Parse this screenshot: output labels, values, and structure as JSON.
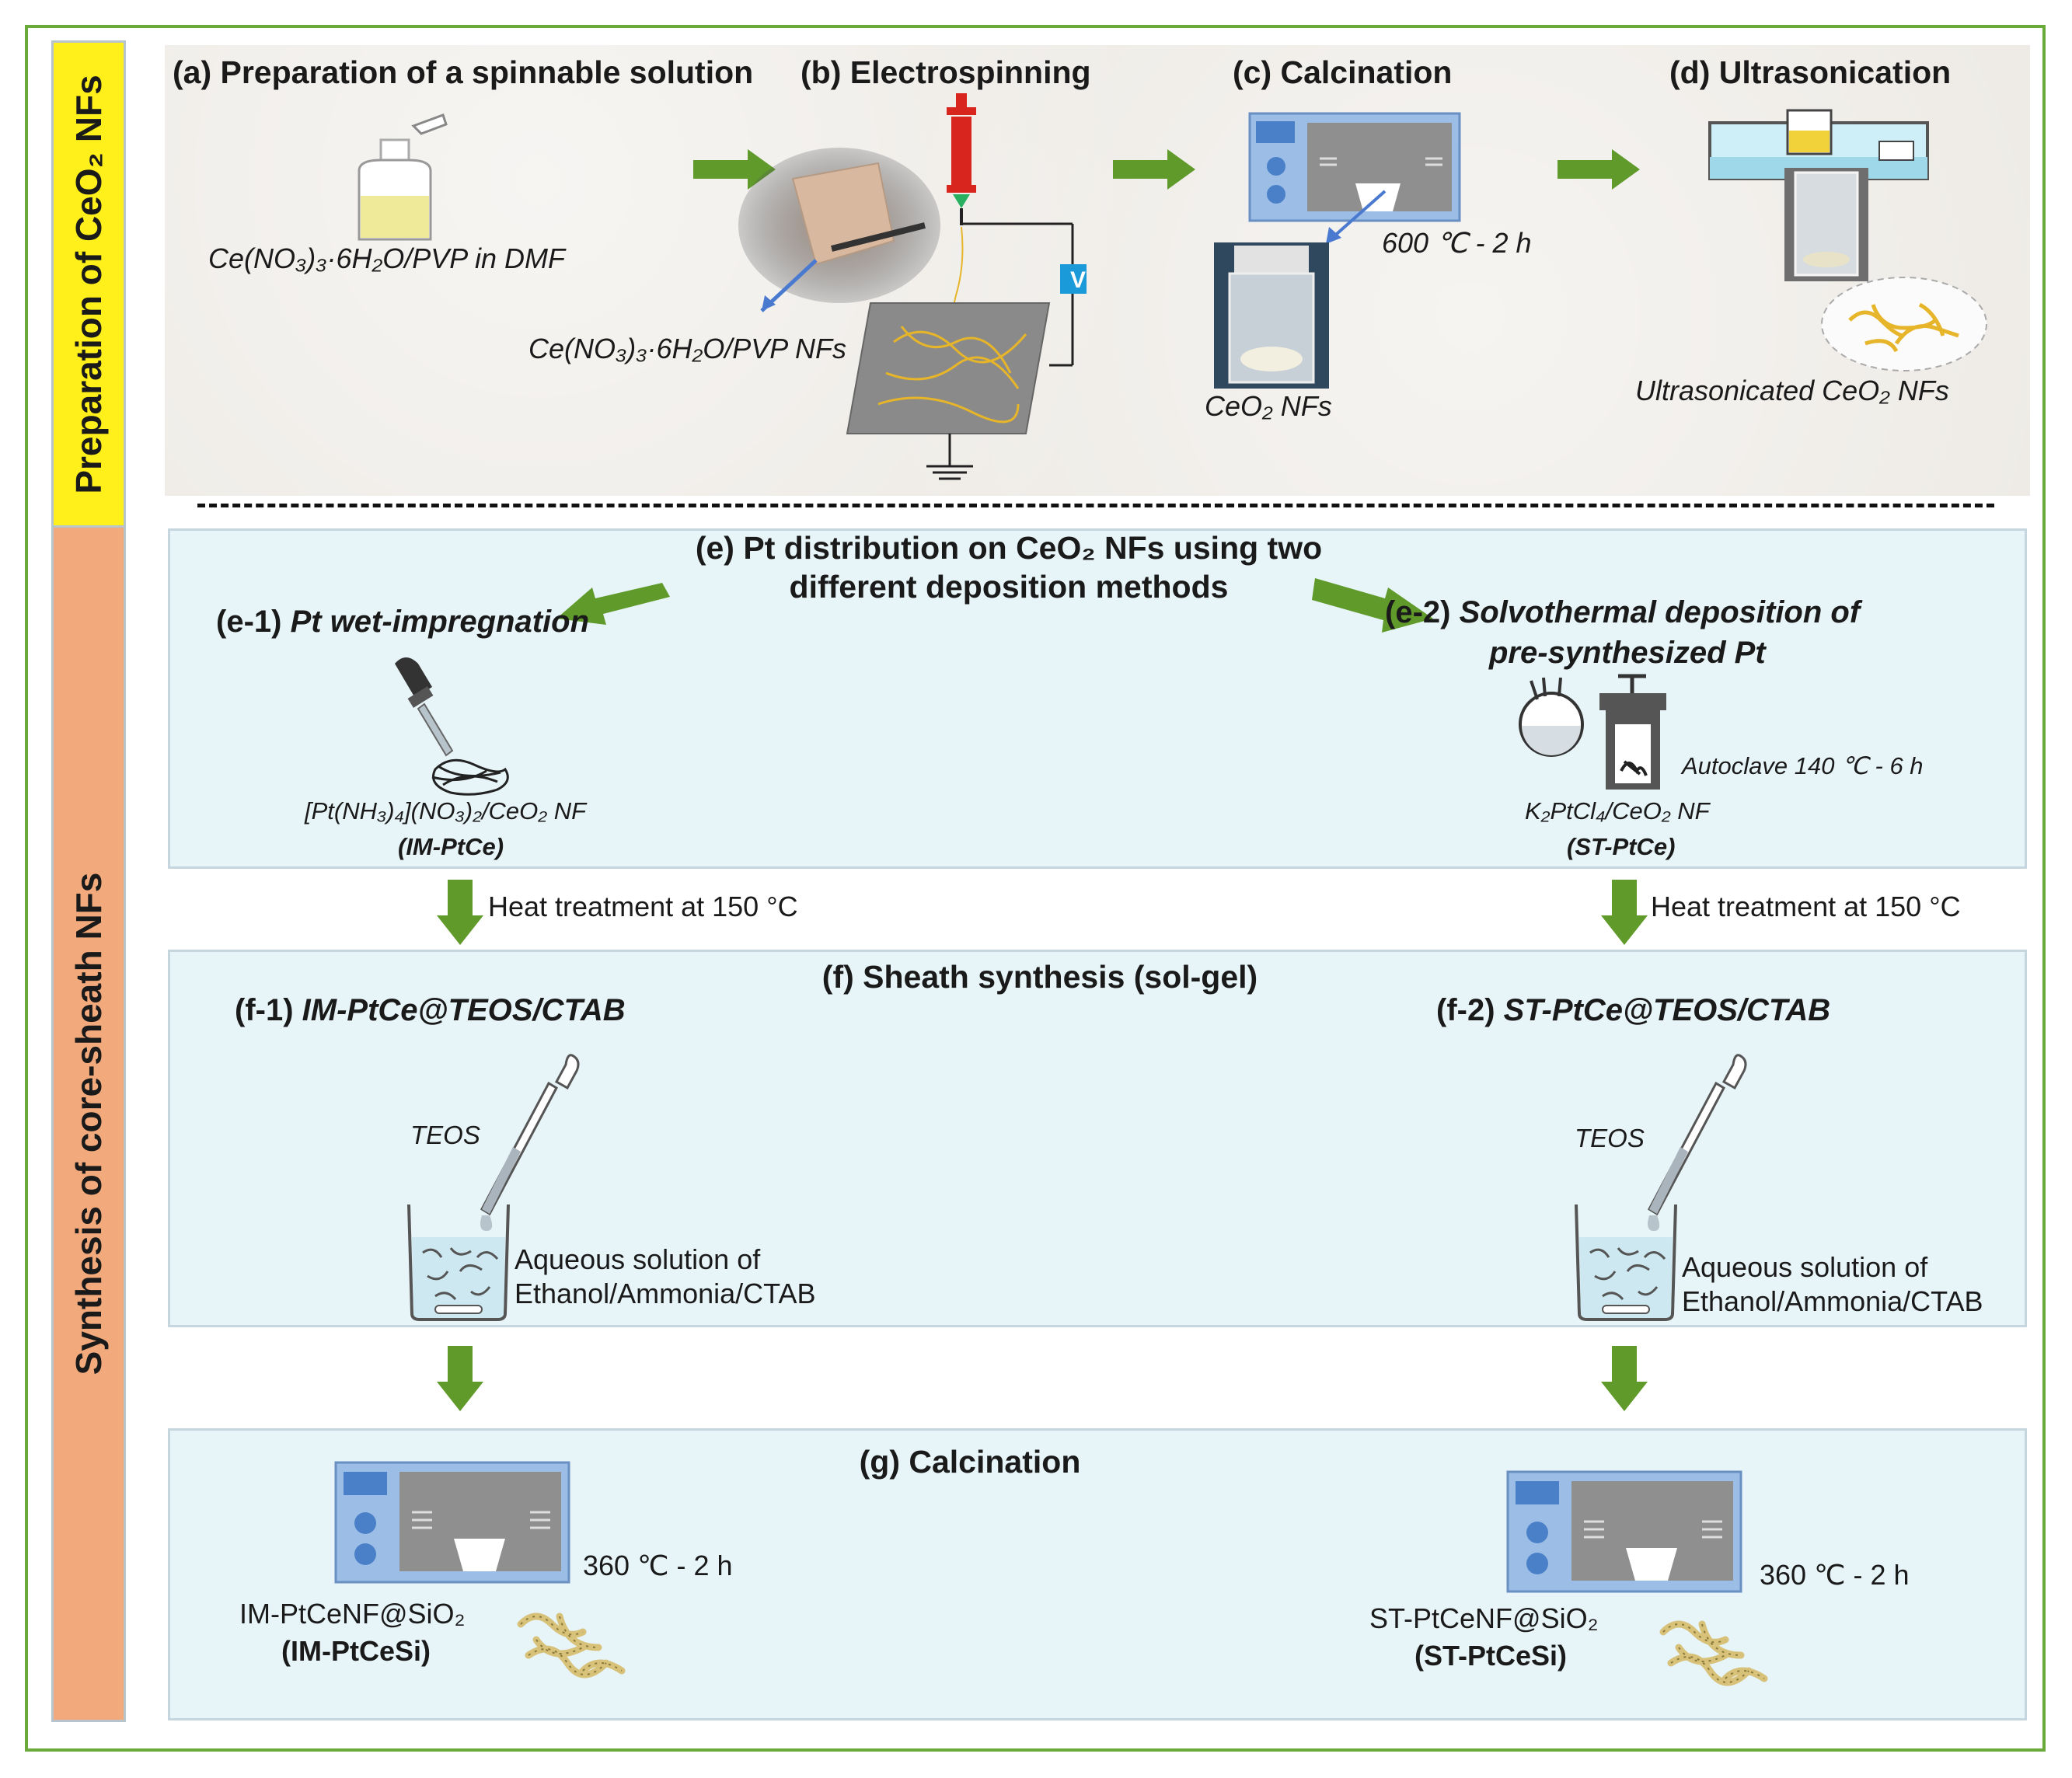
{
  "sidebar": {
    "top_label": "Preparation of CeO₂ NFs",
    "bottom_label": "Synthesis of core-sheath NFs"
  },
  "steps": {
    "a": {
      "title": "(a) Preparation of a spinnable solution",
      "label": "Ce(NO₃)₃·6H₂O/PVP in DMF"
    },
    "b": {
      "title": "(b) Electrospinning",
      "label": "Ce(NO₃)₃·6H₂O/PVP NFs",
      "voltage_label": "V"
    },
    "c": {
      "title": "(c) Calcination",
      "condition": "600 ℃ - 2 h",
      "label": "CeO₂ NFs"
    },
    "d": {
      "title": "(d) Ultrasonication",
      "label": "Ultrasonicated CeO₂ NFs"
    },
    "e": {
      "title_line1": "(e) Pt distribution on CeO₂ NFs using two",
      "title_line2": "different deposition methods",
      "e1": {
        "prefix": "(e-1) ",
        "title": "Pt wet-impregnation",
        "label": "[Pt(NH₃)₄](NO₃)₂/CeO₂ NF",
        "code": "(IM-PtCe)"
      },
      "e2": {
        "prefix": "(e-2) ",
        "title_line1": "Solvothermal deposition of",
        "title_line2": "pre-synthesized Pt",
        "autoclave": "Autoclave 140 ℃ - 6 h",
        "label": "K₂PtCl₄/CeO₂ NF",
        "code": "(ST-PtCe)"
      }
    },
    "heat_treatment": "Heat treatment at 150 °C",
    "f": {
      "title": "(f) Sheath synthesis (sol-gel)",
      "f1": {
        "prefix": "(f-1) ",
        "title": "IM-PtCe@TEOS/CTAB"
      },
      "f2": {
        "prefix": "(f-2) ",
        "title": "ST-PtCe@TEOS/CTAB"
      },
      "teos": "TEOS",
      "solution_line1": "Aqueous solution of",
      "solution_line2": "Ethanol/Ammonia/CTAB"
    },
    "g": {
      "title": "(g) Calcination",
      "condition": "360 ℃ - 2 h",
      "left_product": "IM-PtCeNF@SiO₂",
      "left_code": "(IM-PtCeSi)",
      "right_product": "ST-PtCeNF@SiO₂",
      "right_code": "(ST-PtCeSi)"
    }
  },
  "colors": {
    "arrow_green": "#5f9a2a",
    "frame_green": "#6aaa3a",
    "yellow": "#ffef1a",
    "orange": "#f2a97c",
    "panel_blue": "#e7f4f8",
    "furnace_blue": "#9bbde6",
    "syringe_red": "#d8261e",
    "fiber_gold": "#e6b52a"
  }
}
